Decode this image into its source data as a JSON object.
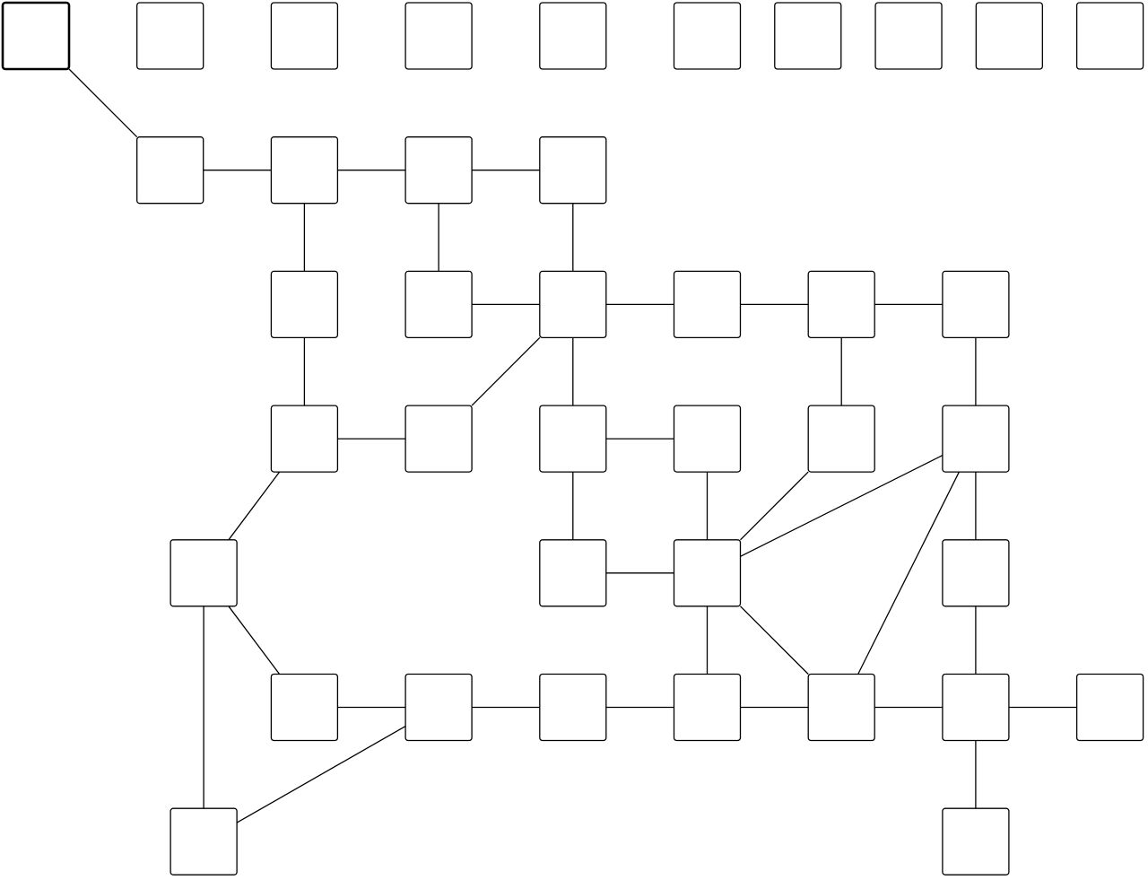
{
  "colors": {
    "background": "#ffffff",
    "node_fill": "#ffffff",
    "node_stroke": "#000000",
    "edge_stroke": "#000000"
  },
  "selected_node": "n0",
  "nodes": [
    {
      "id": "n0",
      "col": 0,
      "row": 0
    },
    {
      "id": "n1",
      "col": 1,
      "row": 0
    },
    {
      "id": "n2",
      "col": 2,
      "row": 0
    },
    {
      "id": "n3",
      "col": 3,
      "row": 0
    },
    {
      "id": "n4",
      "col": 4,
      "row": 0
    },
    {
      "id": "n5",
      "col": 5,
      "row": 0
    },
    {
      "id": "n6",
      "col": 5.75,
      "row": 0
    },
    {
      "id": "n7",
      "col": 6.5,
      "row": 0
    },
    {
      "id": "n8",
      "col": 7.25,
      "row": 0
    },
    {
      "id": "n9",
      "col": 8,
      "row": 0
    },
    {
      "id": "n10",
      "col": 1,
      "row": 1
    },
    {
      "id": "n11",
      "col": 2,
      "row": 1
    },
    {
      "id": "n12",
      "col": 3,
      "row": 1
    },
    {
      "id": "n13",
      "col": 4,
      "row": 1
    },
    {
      "id": "n14",
      "col": 2,
      "row": 2
    },
    {
      "id": "n15",
      "col": 3,
      "row": 2
    },
    {
      "id": "n16",
      "col": 4,
      "row": 2
    },
    {
      "id": "n17",
      "col": 5,
      "row": 2
    },
    {
      "id": "n18",
      "col": 6,
      "row": 2
    },
    {
      "id": "n19",
      "col": 7,
      "row": 2
    },
    {
      "id": "n20",
      "col": 2,
      "row": 3
    },
    {
      "id": "n21",
      "col": 3,
      "row": 3
    },
    {
      "id": "n22",
      "col": 4,
      "row": 3
    },
    {
      "id": "n23",
      "col": 5,
      "row": 3
    },
    {
      "id": "n24",
      "col": 6,
      "row": 3
    },
    {
      "id": "n25",
      "col": 7,
      "row": 3
    },
    {
      "id": "n26",
      "col": 1.25,
      "row": 4
    },
    {
      "id": "n27",
      "col": 4,
      "row": 4
    },
    {
      "id": "n28",
      "col": 5,
      "row": 4
    },
    {
      "id": "n29",
      "col": 7,
      "row": 4
    },
    {
      "id": "n30",
      "col": 2,
      "row": 5
    },
    {
      "id": "n31",
      "col": 3,
      "row": 5
    },
    {
      "id": "n32",
      "col": 4,
      "row": 5
    },
    {
      "id": "n33",
      "col": 5,
      "row": 5
    },
    {
      "id": "n34",
      "col": 6,
      "row": 5
    },
    {
      "id": "n35",
      "col": 7,
      "row": 5
    },
    {
      "id": "n36",
      "col": 8,
      "row": 5
    },
    {
      "id": "n37",
      "col": 1.25,
      "row": 6
    },
    {
      "id": "n38",
      "col": 7,
      "row": 6
    }
  ],
  "edges": [
    [
      "n0",
      "n10"
    ],
    [
      "n10",
      "n11"
    ],
    [
      "n11",
      "n12"
    ],
    [
      "n12",
      "n13"
    ],
    [
      "n11",
      "n14"
    ],
    [
      "n12",
      "n15"
    ],
    [
      "n13",
      "n16"
    ],
    [
      "n15",
      "n16"
    ],
    [
      "n16",
      "n17"
    ],
    [
      "n17",
      "n18"
    ],
    [
      "n18",
      "n19"
    ],
    [
      "n14",
      "n20"
    ],
    [
      "n16",
      "n21"
    ],
    [
      "n16",
      "n22"
    ],
    [
      "n18",
      "n24"
    ],
    [
      "n19",
      "n25"
    ],
    [
      "n20",
      "n21"
    ],
    [
      "n22",
      "n23"
    ],
    [
      "n20",
      "n26"
    ],
    [
      "n22",
      "n27"
    ],
    [
      "n23",
      "n28"
    ],
    [
      "n24",
      "n28"
    ],
    [
      "n25",
      "n28"
    ],
    [
      "n25",
      "n29"
    ],
    [
      "n25",
      "n34"
    ],
    [
      "n27",
      "n28"
    ],
    [
      "n26",
      "n30"
    ],
    [
      "n26",
      "n37"
    ],
    [
      "n28",
      "n33"
    ],
    [
      "n28",
      "n34"
    ],
    [
      "n29",
      "n35"
    ],
    [
      "n30",
      "n31"
    ],
    [
      "n31",
      "n32"
    ],
    [
      "n32",
      "n33"
    ],
    [
      "n33",
      "n34"
    ],
    [
      "n34",
      "n35"
    ],
    [
      "n35",
      "n36"
    ],
    [
      "n31",
      "n37"
    ],
    [
      "n35",
      "n38"
    ]
  ]
}
